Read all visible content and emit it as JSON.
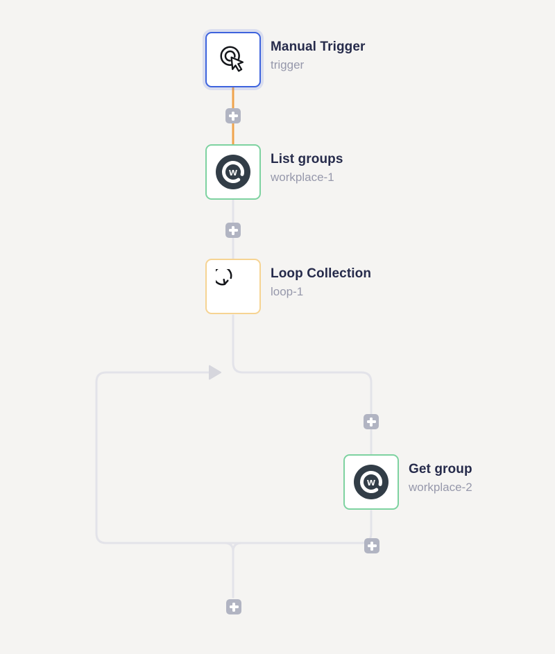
{
  "app": {
    "view": "workflow-builder-canvas"
  },
  "canvas": {
    "background": "#f5f4f2"
  },
  "nodes": [
    {
      "title": "Manual Trigger",
      "subtitle": "trigger",
      "icon": "manual-trigger-click-icon",
      "accent": "#3d63dd",
      "selected": true
    },
    {
      "title": "List groups",
      "subtitle": "workplace-1",
      "icon": "workplace-icon",
      "accent": "#7dd2a0",
      "selected": false
    },
    {
      "title": "Loop Collection",
      "subtitle": "loop-1",
      "icon": "loop-circular-arrow-icon",
      "accent": "#f6d392",
      "selected": false
    },
    {
      "title": "Get group",
      "subtitle": "workplace-2",
      "icon": "workplace-icon",
      "accent": "#7dd2a0",
      "selected": false
    }
  ],
  "connectors": {
    "active_color": "#f0a44c",
    "line_color": "#e3e3e9",
    "arrow_color": "#d6d6dd",
    "add_button_color": "#b1b4c2",
    "add_button_count": 5
  },
  "icons": {
    "workplace_circle_color": "#323d47",
    "workplace_letter": "w",
    "stroke_color": "#14161a"
  }
}
